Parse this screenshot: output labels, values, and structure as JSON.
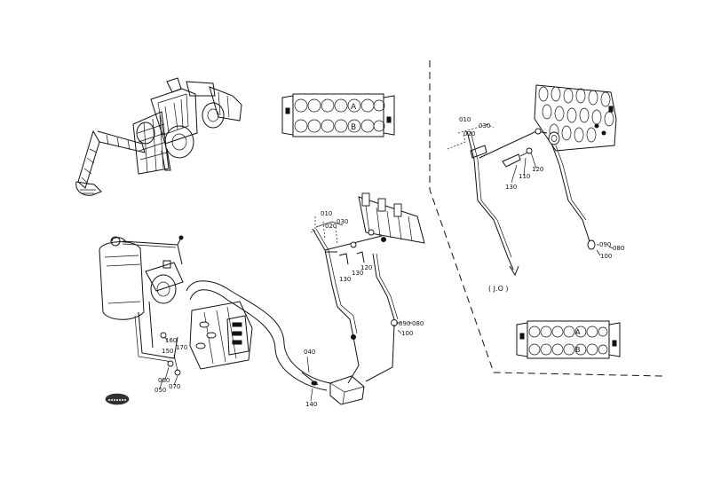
{
  "diagram": {
    "valve_labels": {
      "a": "A",
      "b": "B"
    },
    "lower_right_valve_labels": {
      "a": "A",
      "b": "B"
    },
    "detail_marker": "( J.O )",
    "corner_badge": "",
    "part_numbers_center": {
      "p010": "010",
      "p020": "020",
      "p030": "030",
      "p120": "120",
      "p130": "130",
      "p130b": "130",
      "p090": "090",
      "p080": "080",
      "p100": "100",
      "p040": "040",
      "p140": "140"
    },
    "part_numbers_left": {
      "p160": "160",
      "p170": "170",
      "p150": "150",
      "p060": "060",
      "p050": "050",
      "p070": "070"
    },
    "part_numbers_right": {
      "p010": "010",
      "p020": "020",
      "p030": "030",
      "p130": "130",
      "p110": "110",
      "p120": "120",
      "p090": "090",
      "p080": "080",
      "p100": "100"
    }
  }
}
